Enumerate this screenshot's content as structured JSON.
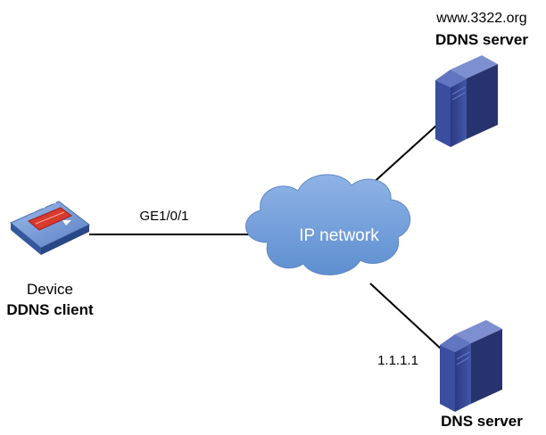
{
  "colors": {
    "cloud_fill": "#7aa3dc",
    "cloud_text": "#ffffff",
    "server_body": "#3b4d9b",
    "link_line": "#000000"
  },
  "ddns_server": {
    "hostname": "www.3322.org",
    "role": "DDNS server",
    "icon": "server-icon"
  },
  "device": {
    "name": "Device",
    "role": "DDNS client",
    "icon": "firewall-device-icon"
  },
  "dns_server": {
    "role": "DNS server",
    "ip": "1.1.1.1",
    "icon": "server-icon"
  },
  "network": {
    "label": "IP network",
    "icon": "cloud-icon"
  },
  "links": {
    "device_interface": "GE1/0/1"
  }
}
